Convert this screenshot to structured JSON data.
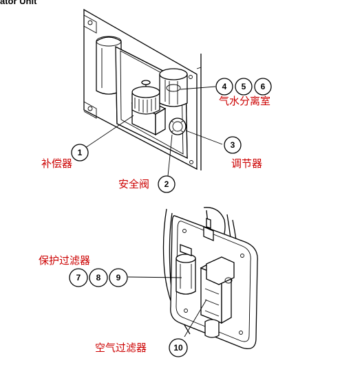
{
  "header_fragment": "ator Unit",
  "label_color": "#cc0000",
  "callouts": {
    "c1": "1",
    "c2": "2",
    "c3": "3",
    "c4": "4",
    "c5": "5",
    "c6": "6",
    "c7": "7",
    "c8": "8",
    "c9": "9",
    "c10": "10"
  },
  "labels": {
    "water_separator": "气水分离室",
    "compensator": "补偿器",
    "regulator": "调节器",
    "safety_valve": "安全阀",
    "protective_filter": "保护过滤器",
    "air_filter": "空气过滤器"
  }
}
